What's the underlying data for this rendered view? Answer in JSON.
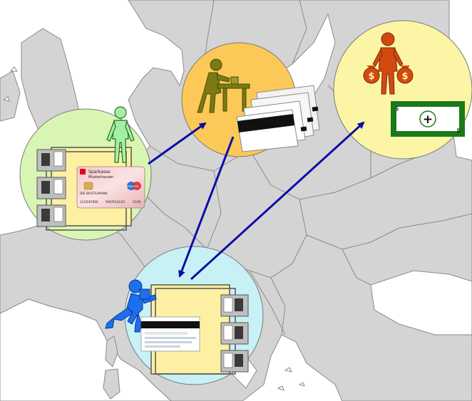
{
  "colors": {
    "land": "#d4d4d4",
    "sea": "#ffffff",
    "border": "#8a8a8a",
    "circle_green": "#d9f5b4",
    "circle_orange": "#fcc958",
    "circle_yellow": "#fdf5a6",
    "circle_cyan": "#c8f1f6",
    "arrow": "#0c0caa",
    "card_fill": "#fdf0a3",
    "figure_green": "#a3f0a3",
    "figure_olive": "#7a7a14",
    "figure_orange": "#d24a10",
    "figure_blue": "#1e6ef0",
    "banknote": "#1a7a1a"
  },
  "card": {
    "bank_name": "Sparkasse",
    "branch": "Musterhausen",
    "holder": "DIE BUSTILMANN",
    "account_no": "1234567890",
    "bank_code": "99876543321",
    "expiry": "12/06",
    "brand": "maestro"
  },
  "banknote": {
    "symbol": "+"
  },
  "money_bag": {
    "symbol": "$"
  }
}
